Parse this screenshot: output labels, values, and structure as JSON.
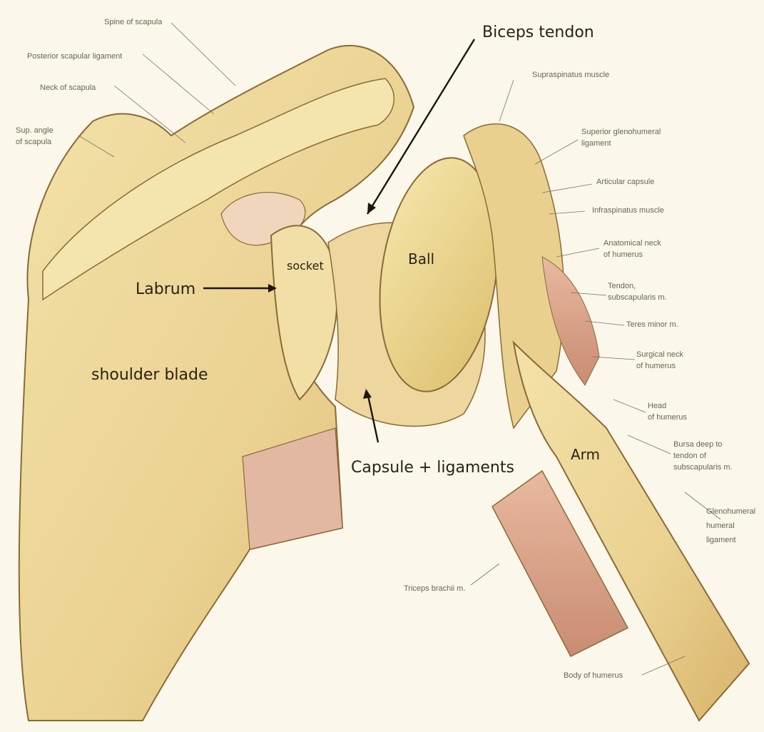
{
  "labels": {
    "biceps_tendon": "Biceps tendon",
    "labrum": "Labrum",
    "socket": "socket",
    "ball": "Ball",
    "shoulder_blade": "shoulder blade",
    "capsule_ligaments": "Capsule + ligaments",
    "arm": "Arm"
  },
  "fine_labels": [
    "Spine of scapula",
    "Posterior scapular ligament",
    "Neck of scapula",
    "Sup. angle",
    "of scapula",
    "Supraspinatus muscle",
    "Superior glenohumeral",
    "ligament",
    "Articular capsule",
    "Infraspinatus muscle",
    "Anatomical neck",
    "of humerus",
    "Tendon,",
    "subscapularis m.",
    "Teres minor m.",
    "Surgical neck",
    "of humerus",
    "Head",
    "of humerus",
    "Bursa deep to",
    "tendon of",
    "subscapularis m.",
    "Glenohumeral",
    "humeral",
    "ligament",
    "Triceps brachii m.",
    "Body of humerus"
  ],
  "colors": {
    "background": "#fbf7ea",
    "bone": "#ecd79a",
    "bone_shadow": "#c9a95c",
    "muscle": "#d9a38a",
    "outline": "#8a6a36"
  }
}
